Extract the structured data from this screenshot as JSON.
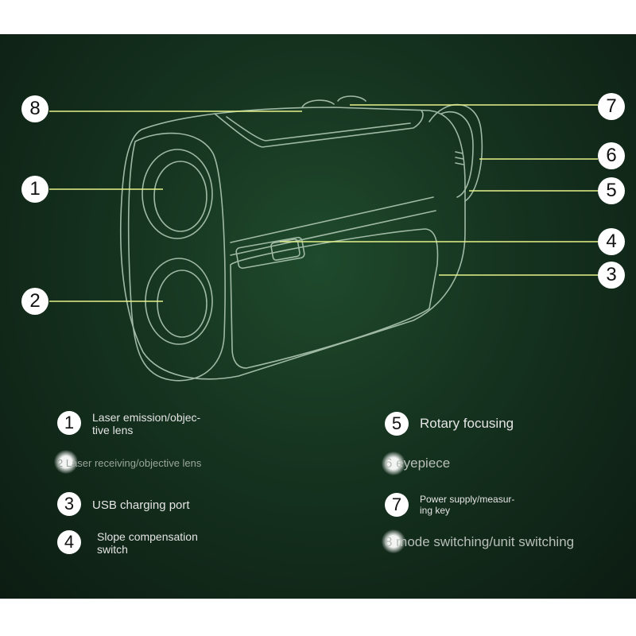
{
  "callouts": [
    {
      "num": "8",
      "side": "left"
    },
    {
      "num": "1",
      "side": "left"
    },
    {
      "num": "2",
      "side": "left"
    },
    {
      "num": "7",
      "side": "right"
    },
    {
      "num": "6",
      "side": "right"
    },
    {
      "num": "5",
      "side": "right"
    },
    {
      "num": "4",
      "side": "right"
    },
    {
      "num": "3",
      "side": "right"
    }
  ],
  "legend": {
    "item1": {
      "num": "1",
      "text": "Laser emission/objec-\ntive lens"
    },
    "item2": {
      "text": "2 Laser receiving/objective lens"
    },
    "item3": {
      "num": "3",
      "text": "USB charging port"
    },
    "item4": {
      "num": "4",
      "text": "Slope compensation\nswitch"
    },
    "item5": {
      "num": "5",
      "text": "Rotary focusing"
    },
    "item6": {
      "text": "6 eyepiece"
    },
    "item7": {
      "num": "7",
      "text": "Power supply/measur-\ning key"
    },
    "item8": {
      "text": "8 mode switching/unit switching"
    }
  },
  "colors": {
    "leader_line": "#e6f28a",
    "outline": "#9fb9a4",
    "background": "#15321f"
  }
}
